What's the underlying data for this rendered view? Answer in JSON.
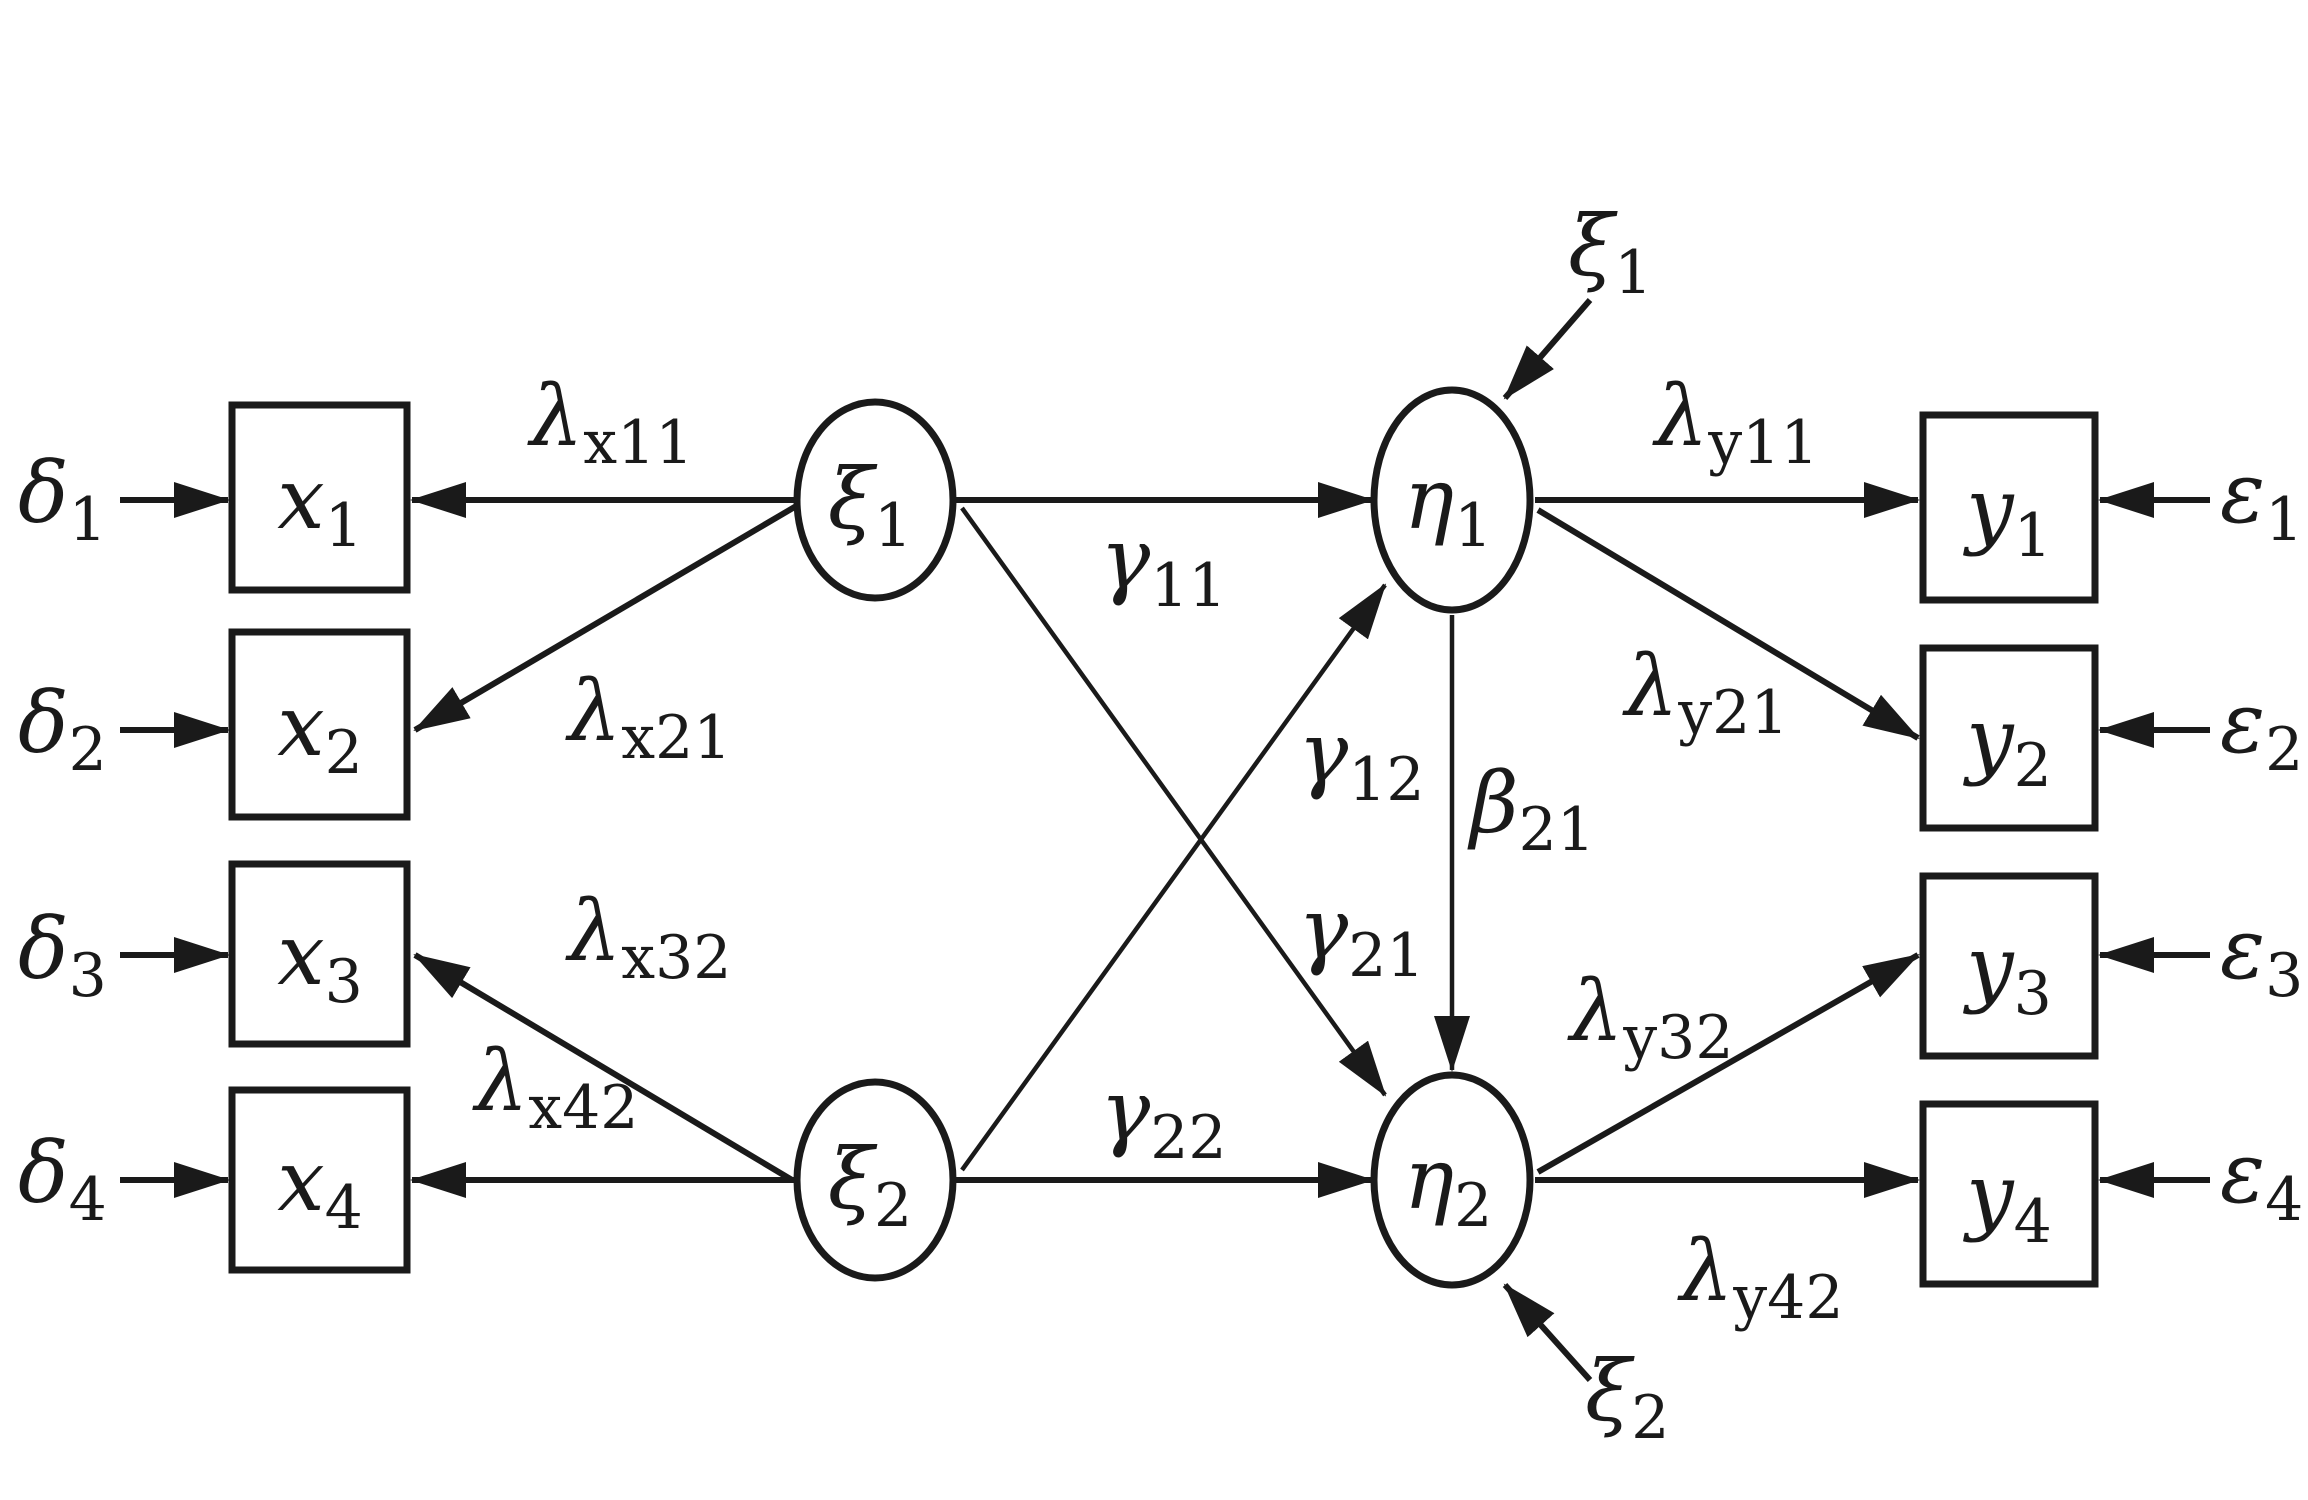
{
  "nodes": {
    "x1": {
      "symbol": "x",
      "sub": "1"
    },
    "x2": {
      "symbol": "x",
      "sub": "2"
    },
    "x3": {
      "symbol": "x",
      "sub": "3"
    },
    "x4": {
      "symbol": "x",
      "sub": "4"
    },
    "y1": {
      "symbol": "y",
      "sub": "1"
    },
    "y2": {
      "symbol": "y",
      "sub": "2"
    },
    "y3": {
      "symbol": "y",
      "sub": "3"
    },
    "y4": {
      "symbol": "y",
      "sub": "4"
    },
    "xi1": {
      "symbol": "ξ",
      "sub": "1"
    },
    "xi2": {
      "symbol": "ξ",
      "sub": "2"
    },
    "eta1": {
      "symbol": "η",
      "sub": "1"
    },
    "eta2": {
      "symbol": "η",
      "sub": "2"
    }
  },
  "errors": {
    "d1": {
      "symbol": "δ",
      "sub": "1"
    },
    "d2": {
      "symbol": "δ",
      "sub": "2"
    },
    "d3": {
      "symbol": "δ",
      "sub": "3"
    },
    "d4": {
      "symbol": "δ",
      "sub": "4"
    },
    "e1": {
      "symbol": "ε",
      "sub": "1"
    },
    "e2": {
      "symbol": "ε",
      "sub": "2"
    },
    "e3": {
      "symbol": "ε",
      "sub": "3"
    },
    "e4": {
      "symbol": "ε",
      "sub": "4"
    },
    "z1": {
      "symbol": "ξ",
      "sub": "1"
    },
    "z2": {
      "symbol": "ξ",
      "sub": "2"
    }
  },
  "paths": {
    "lx11": {
      "symbol": "λ",
      "sub": "x11"
    },
    "lx21": {
      "symbol": "λ",
      "sub": "x21"
    },
    "lx32": {
      "symbol": "λ",
      "sub": "x32"
    },
    "lx42": {
      "symbol": "λ",
      "sub": "x42"
    },
    "g11": {
      "symbol": "γ",
      "sub": "11"
    },
    "g12": {
      "symbol": "γ",
      "sub": "12"
    },
    "g21": {
      "symbol": "γ",
      "sub": "21"
    },
    "g22": {
      "symbol": "γ",
      "sub": "22"
    },
    "b21": {
      "symbol": "β",
      "sub": "21"
    },
    "ly11": {
      "symbol": "λ",
      "sub": "y11"
    },
    "ly21": {
      "symbol": "λ",
      "sub": "y21"
    },
    "ly32": {
      "symbol": "λ",
      "sub": "y32"
    },
    "ly42": {
      "symbol": "λ",
      "sub": "y42"
    }
  },
  "colors": {
    "ink": "#1a1a1a",
    "background": "#ffffff"
  }
}
